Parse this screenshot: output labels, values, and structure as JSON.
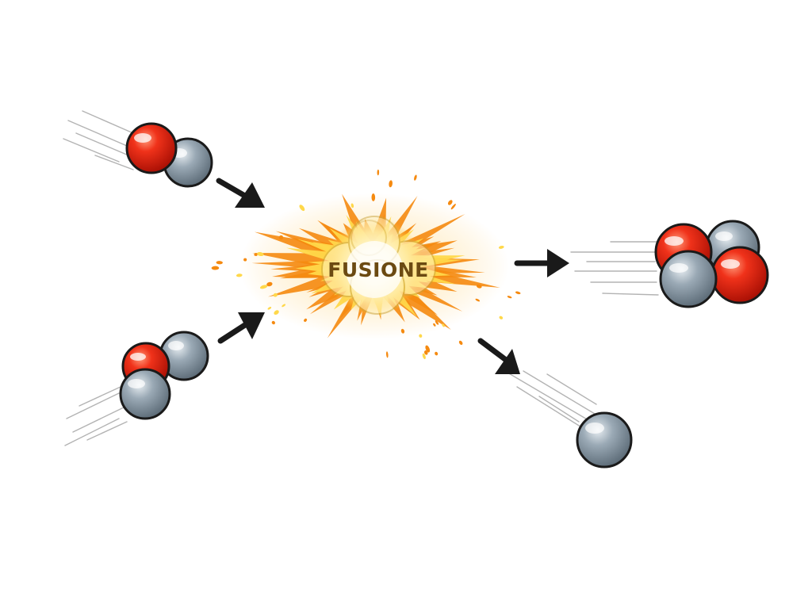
{
  "diagram": {
    "title": "",
    "center_label": "FUSIONE",
    "colors": {
      "proton": "#d8200e",
      "neutron": "#8696a3",
      "arrow": "#1a1a1a",
      "burst_outer": "#f58a10",
      "burst_inner": "#ffd84a",
      "label": "#6b4a12"
    },
    "nodes": [
      {
        "id": "deuterium",
        "role": "reactant",
        "composition": {
          "protons": 1,
          "neutrons": 1
        }
      },
      {
        "id": "tritium",
        "role": "reactant",
        "composition": {
          "protons": 1,
          "neutrons": 2
        }
      },
      {
        "id": "fusion-event",
        "role": "reaction"
      },
      {
        "id": "helium-nucleus",
        "role": "product",
        "composition": {
          "protons": 2,
          "neutrons": 2
        }
      },
      {
        "id": "free-neutron",
        "role": "product",
        "composition": {
          "protons": 0,
          "neutrons": 1
        }
      }
    ],
    "edges": [
      {
        "from": "deuterium",
        "to": "fusion-event"
      },
      {
        "from": "tritium",
        "to": "fusion-event"
      },
      {
        "from": "fusion-event",
        "to": "helium-nucleus"
      },
      {
        "from": "fusion-event",
        "to": "free-neutron"
      }
    ]
  }
}
